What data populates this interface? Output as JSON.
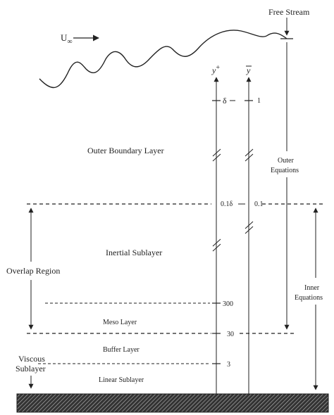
{
  "free_stream": {
    "label": "Free Stream",
    "velocity_symbol": "U",
    "velocity_subscript": "∞"
  },
  "axes": {
    "y_plus": {
      "symbol": "y",
      "superscript": "+"
    },
    "y_bar": {
      "symbol": "y"
    }
  },
  "regions": {
    "outer_boundary_layer": "Outer Boundary Layer",
    "inertial_sublayer": "Inertial Sublayer",
    "overlap_region": "Overlap Region",
    "meso_layer": "Meso Layer",
    "buffer_layer": "Buffer Layer",
    "viscous_sublayer_line1": "Viscous",
    "viscous_sublayer_line2": "Sublayer",
    "linear_sublayer": "Linear Sublayer"
  },
  "equations": {
    "outer_line1": "Outer",
    "outer_line2": "Equations",
    "inner_line1": "Inner",
    "inner_line2": "Equations"
  },
  "y_plus_ticks": {
    "delta": "δ",
    "delta_fraction": "0.1δ",
    "v300": "300",
    "v30": "30",
    "v3": "3"
  },
  "y_bar_ticks": {
    "v1": "1",
    "v01": "0.1"
  }
}
